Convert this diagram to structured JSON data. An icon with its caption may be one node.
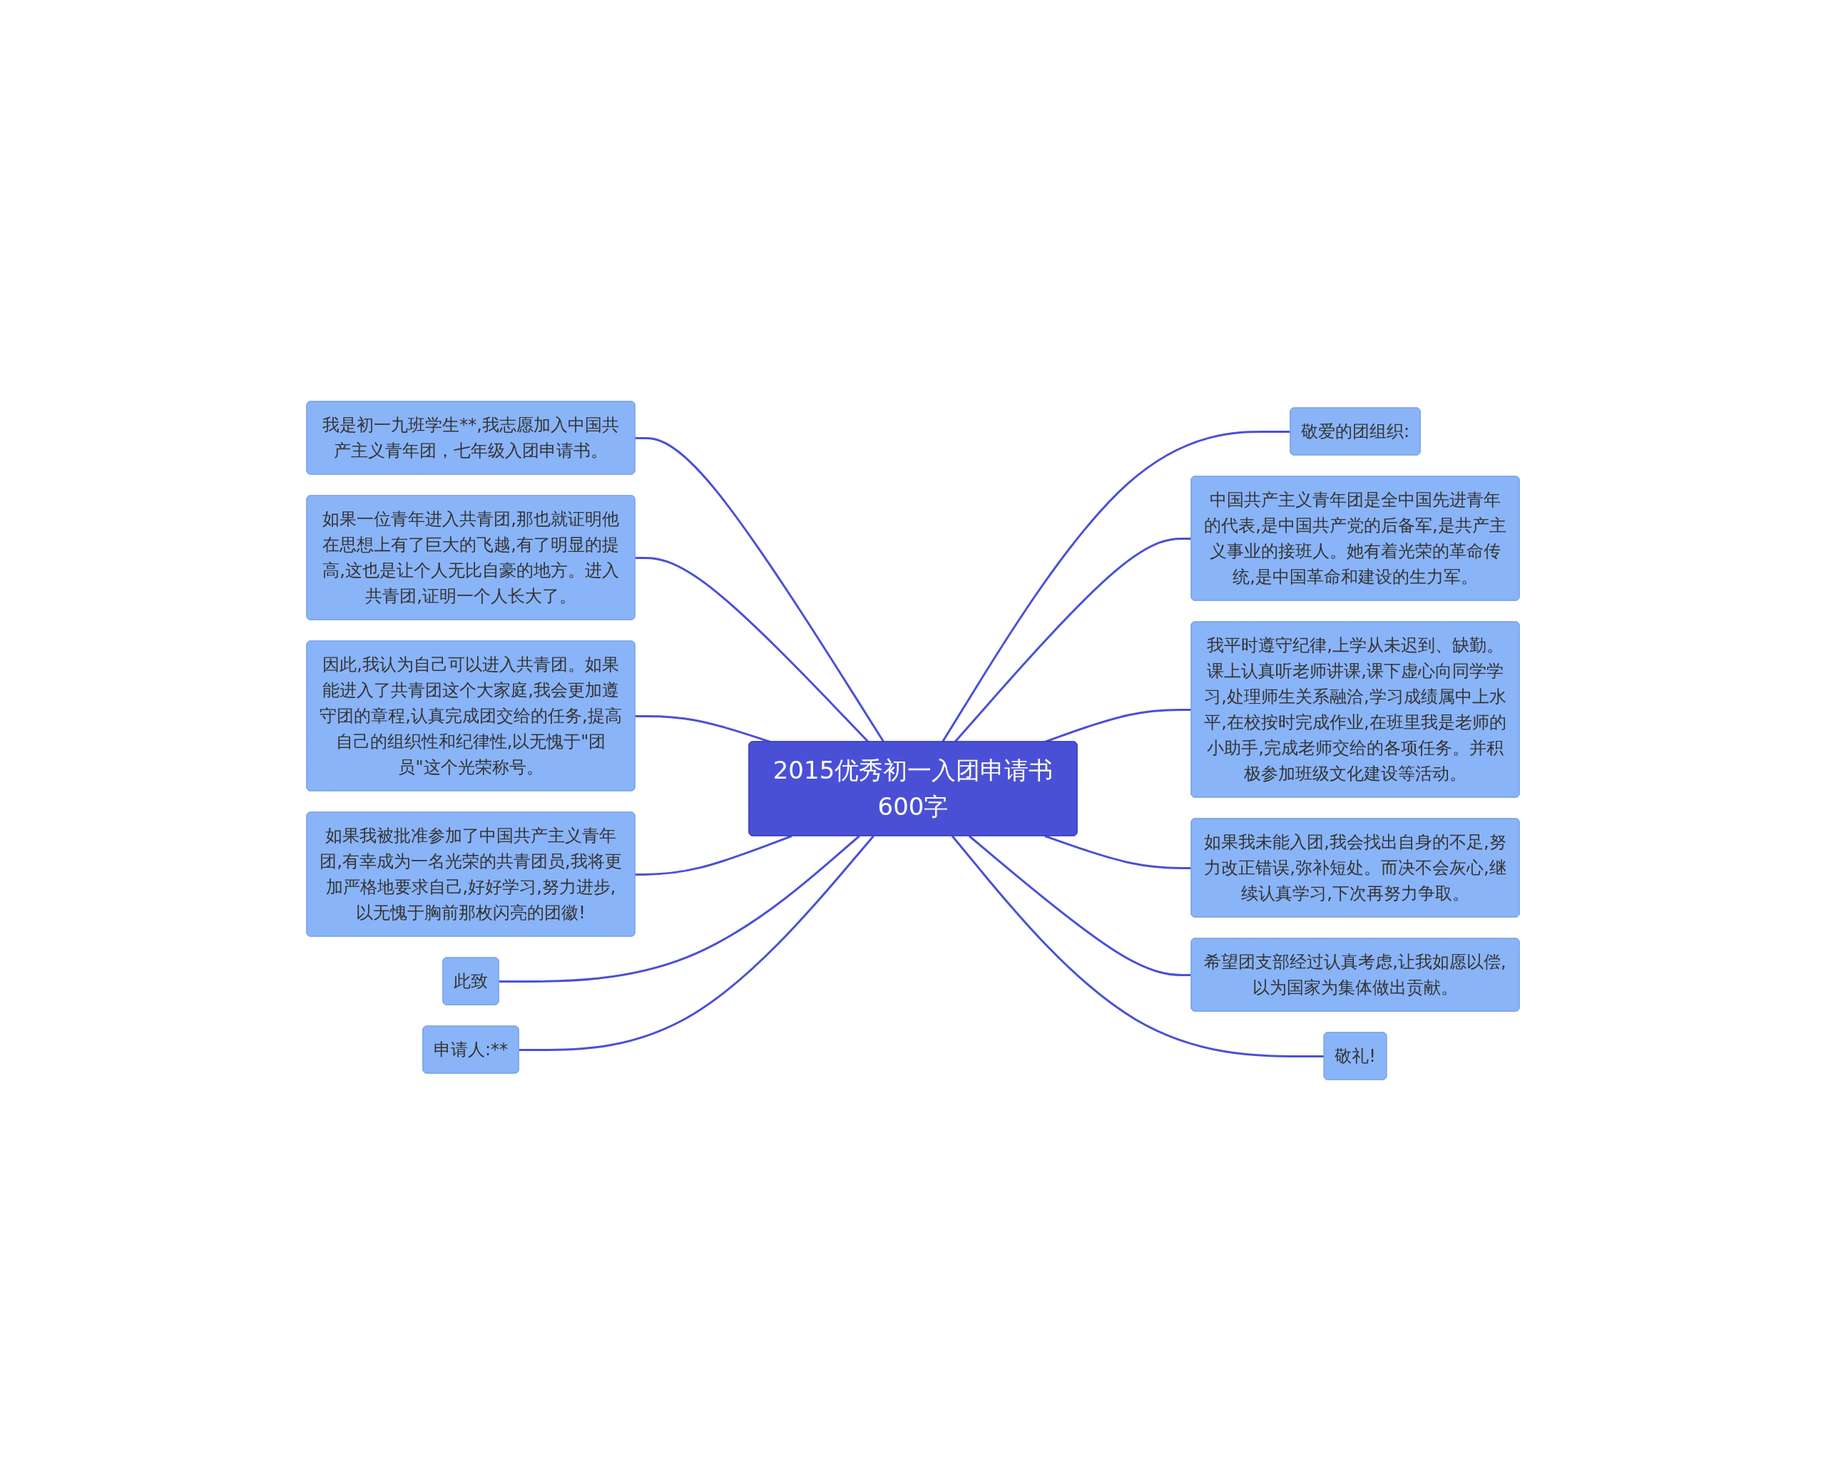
{
  "diagram": {
    "nodes": [
      {
        "text": [
          "2015优秀初一入团申请书600字"
        ]
      },
      {
        "text": [
          "我是初一九班学生**,我志愿加入中国共产主义青年团，七年级入团申请书。"
        ]
      },
      {
        "text": [
          "如果一位青年进入共青团,那也就证明他在思想上有了巨大的飞越,有了明显的提高,这也是让个人无比自豪的地方。进入共青团,证明一个人长大了。"
        ]
      },
      {
        "text": [
          "因此,我认为自己可以进入共青团。如果能进入了共青团这个大家庭,我会更加遵守团的章程,认真完成团交给的任务,提高自己的组织性和纪律性,以无愧于\"团员\"这个光荣称号。"
        ]
      },
      {
        "text": [
          "如果我被批准参加了中国共产主义青年团,有幸成为一名光荣的共青团员,我将更加严格地要求自己,好好学习,努力进步,以无愧于胸前那枚闪亮的团徽!"
        ]
      },
      {
        "text": [
          "此致"
        ]
      },
      {
        "text": [
          "申请人:**"
        ]
      },
      {
        "text": [
          "敬爱的团组织:"
        ]
      },
      {
        "text": [
          "中国共产主义青年团是全中国先进青年的代表,是中国共产党的后备军,是共产主义事业的接班人。她有着光荣的革命传统,是中国革命和建设的生力军。"
        ]
      },
      {
        "text": [
          "我平时遵守纪律,上学从未迟到、缺勤。课上认真听老师讲课,课下虚心向同学学习,处理师生关系融洽,学习成绩属中上水平,在校按时完成作业,在班里我是老师的小助手,完成老师交给的各项任务。并积极参加班级文化建设等活动。"
        ]
      },
      {
        "text": [
          "如果我未能入团,我会找出自身的不足,努力改正错误,弥补短处。而决不会灰心,继续认真学习,下次再努力争取。"
        ]
      },
      {
        "text": [
          "希望团支部经过认真考虑,让我如愿以偿,以为国家为集体做出贡献。"
        ]
      },
      {
        "text": [
          "敬礼!"
        ]
      }
    ],
    "edges": [
      {
        "from": 1,
        "to": 0,
        "arrow": "none"
      },
      {
        "from": 2,
        "to": 0,
        "arrow": "none"
      },
      {
        "from": 3,
        "to": 0,
        "arrow": "none"
      },
      {
        "from": 4,
        "to": 0,
        "arrow": "none"
      },
      {
        "from": 5,
        "to": 0,
        "arrow": "none"
      },
      {
        "from": 6,
        "to": 0,
        "arrow": "none"
      },
      {
        "from": 0,
        "to": 7,
        "arrow": "none"
      },
      {
        "from": 0,
        "to": 8,
        "arrow": "none"
      },
      {
        "from": 0,
        "to": 9,
        "arrow": "none"
      },
      {
        "from": 0,
        "to": 10,
        "arrow": "none"
      },
      {
        "from": 0,
        "to": 11,
        "arrow": "none"
      },
      {
        "from": 0,
        "to": 12,
        "arrow": "none"
      }
    ]
  }
}
